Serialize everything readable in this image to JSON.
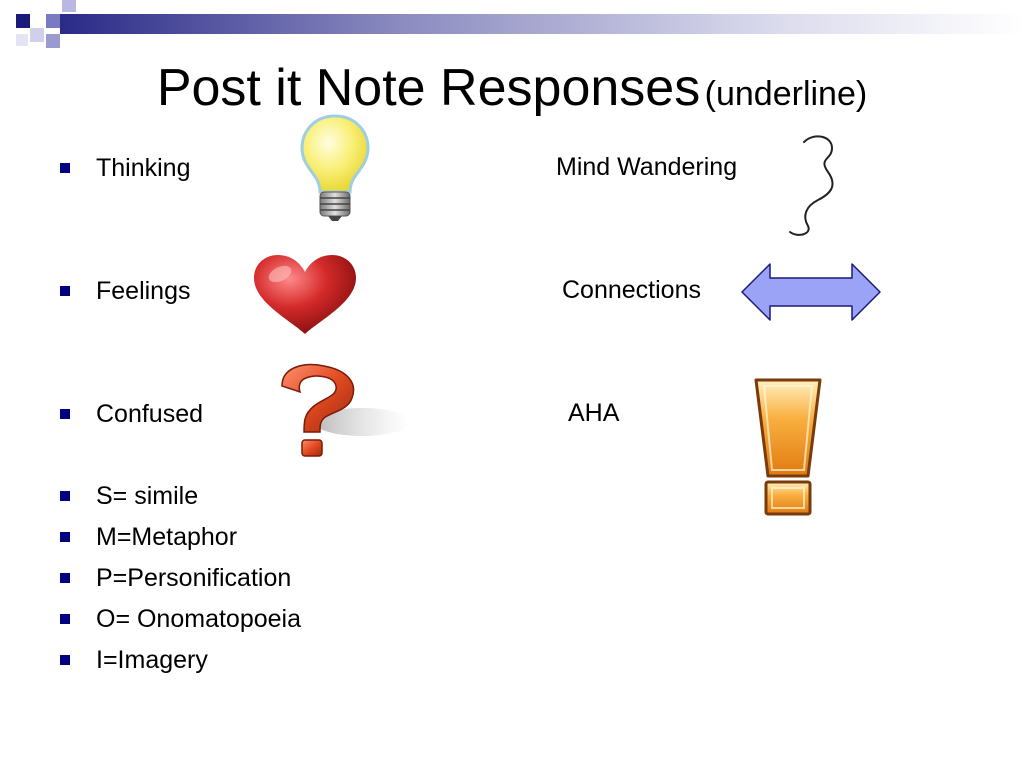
{
  "slide": {
    "title_main": "Post it Note Responses",
    "title_sub": "(underline)",
    "bullets": [
      {
        "text": "Thinking"
      },
      {
        "text": "Feelings"
      },
      {
        "text": "Confused"
      },
      {
        "text": "S= simile"
      },
      {
        "text": "M=Metaphor"
      },
      {
        "text": "P=Personification"
      },
      {
        "text": "O= Onomatopoeia"
      },
      {
        "text": "I=Imagery"
      }
    ],
    "right_labels": [
      {
        "text": "Mind Wandering"
      },
      {
        "text": "Connections"
      },
      {
        "text": "AHA"
      }
    ],
    "icons": [
      "lightbulb-icon",
      "heart-icon",
      "question-mark-icon",
      "squiggle-icon",
      "double-arrow-icon",
      "exclamation-icon"
    ],
    "colors": {
      "bullet": "#000080",
      "header_dark": "#1a1a7a",
      "arrow_fill": "#9ba3f7",
      "heart": "#c8202a",
      "question": "#e04a20",
      "exclamation": "#f59a2a",
      "bulb": "#f7ec5a"
    }
  }
}
